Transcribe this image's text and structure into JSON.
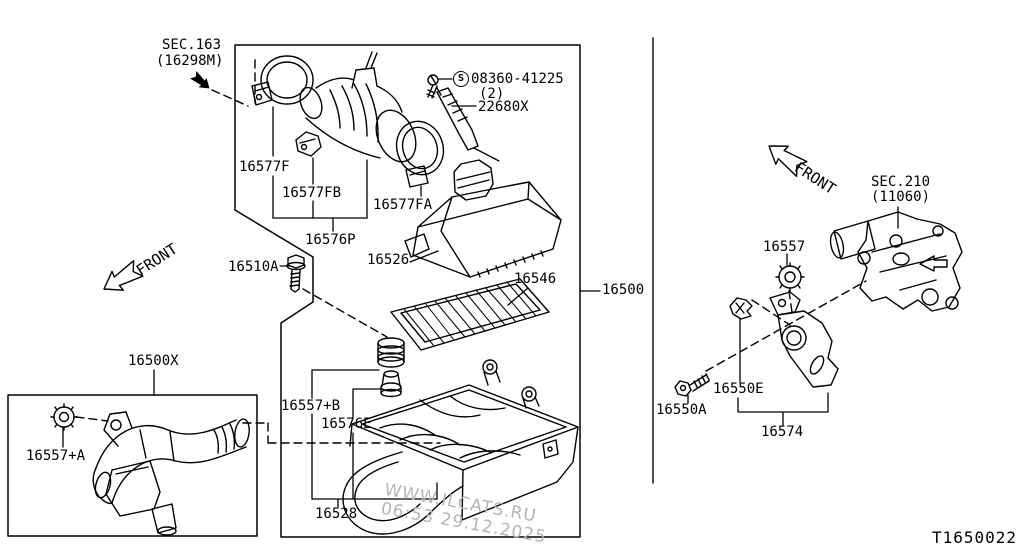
{
  "diagram": {
    "code": "T1650022",
    "refs": {
      "sec163_1": "SEC.163",
      "sec163_2": "(16298M)",
      "sec210_1": "SEC.210",
      "sec210_2": "(11060)"
    },
    "front_left": "FRONT",
    "front_right": "FRONT",
    "hardware": {
      "symbol": "S",
      "number": "08360-41225",
      "qty": "(2)"
    },
    "parts": {
      "p16577F": "16577F",
      "p16577FB": "16577FB",
      "p16577FA": "16577FA",
      "p16576P": "16576P",
      "p22680X": "22680X",
      "p16510A": "16510A",
      "p16526": "16526",
      "p16546": "16546",
      "p16500": "16500",
      "p16500X": "16500X",
      "p16557A": "16557+A",
      "p16557B": "16557+B",
      "p16576E": "16576E",
      "p16528": "16528",
      "p16557": "16557",
      "p16550E": "16550E",
      "p16550A": "16550A",
      "p16574": "16574"
    },
    "watermark": {
      "line1": "WWW.ILCATS.RU",
      "line2": "06:53 29.12.2025"
    },
    "colors": {
      "line": "#000000",
      "background": "#ffffff",
      "watermark": "#b5b5b5"
    }
  }
}
